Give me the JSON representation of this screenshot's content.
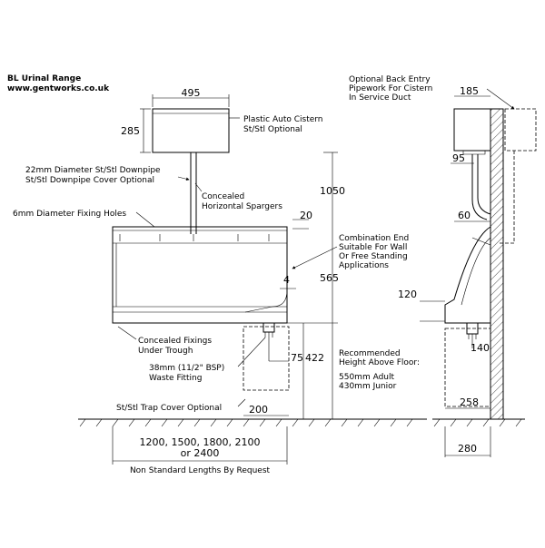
{
  "header": {
    "title": "BL Urinal Range",
    "website": "www.gentworks.co.uk"
  },
  "dimensions": {
    "cistern_width": "495",
    "cistern_height": "285",
    "height_1050": "1050",
    "offset_20": "20",
    "offset_4": "4",
    "height_565": "565",
    "dim_75": "75",
    "dim_422": "422",
    "dim_200": "200",
    "side_185": "185",
    "side_95": "95",
    "side_60": "60",
    "side_120": "120",
    "side_140": "140",
    "side_258": "258",
    "side_280": "280"
  },
  "labels": {
    "cistern_line1": "Plastic Auto Cistern",
    "cistern_line2": "St/Stl Optional",
    "downpipe_line1": "22mm Diameter St/Stl Downpipe",
    "downpipe_line2": "St/Stl Downpipe Cover Optional",
    "spargers_line1": "Concealed",
    "spargers_line2": "Horizontal Spargers",
    "fixing_holes": "6mm Diameter Fixing Holes",
    "combo_line1": "Combination End",
    "combo_line2": "Suitable For Wall",
    "combo_line3": "Or Free Standing",
    "combo_line4": "Applications",
    "fixings_line1": "Concealed Fixings",
    "fixings_line2": "Under Trough",
    "waste_line1": "38mm (11/2\" BSP)",
    "waste_line2": "Waste Fitting",
    "trap_cover": "St/Stl Trap Cover Optional",
    "height_line1": "Recommended",
    "height_line2": "Height Above Floor:",
    "height_adult": "550mm Adult",
    "height_junior": "430mm Junior",
    "lengths_line1": "1200, 1500, 1800, 2100",
    "lengths_line2": "or 2400",
    "non_standard": "Non Standard Lengths By Request",
    "back_entry_line1": "Optional Back Entry",
    "back_entry_line2": "Pipework For Cistern",
    "back_entry_line3": "In Service Duct"
  }
}
